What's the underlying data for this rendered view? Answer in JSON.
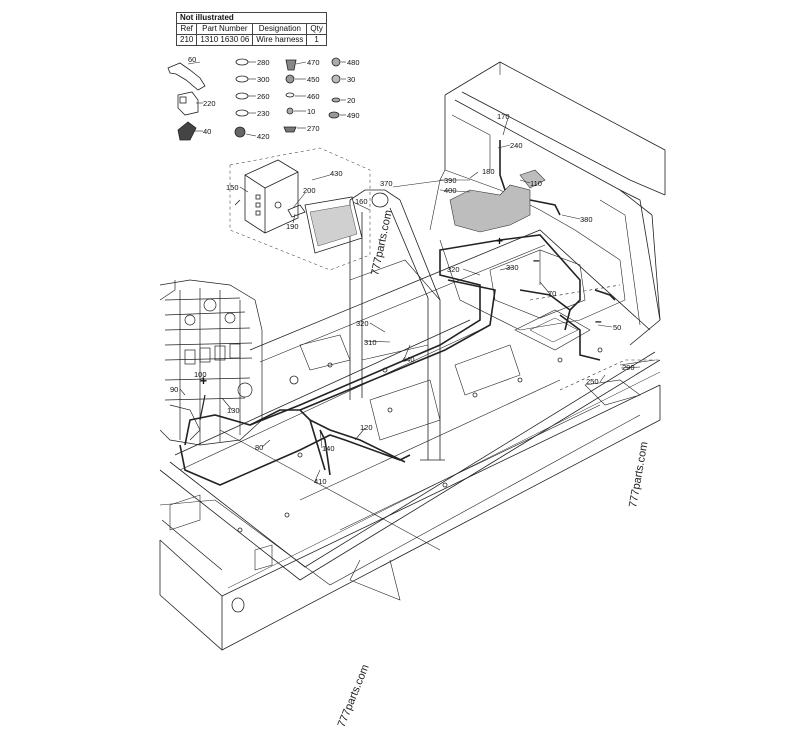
{
  "not_illustrated": {
    "title": "Not illustrated",
    "headers": [
      "Ref",
      "Part Number",
      "Designation",
      "Qty"
    ],
    "rows": [
      [
        "210",
        "1310 1630 06",
        "Wire harness",
        "1"
      ]
    ]
  },
  "watermarks": [
    "777parts.com",
    "777parts.com",
    "777parts.com"
  ],
  "polarity": {
    "plus_1": "+",
    "minus_1": "–",
    "plus_2": "+",
    "minus_2": "–"
  },
  "legend_parts": {
    "p60": "60",
    "p220": "220",
    "p40": "40",
    "p280": "280",
    "p300": "300",
    "p260": "260",
    "p230": "230",
    "p420": "420",
    "p470": "470",
    "p450": "450",
    "p460": "460",
    "p10": "10",
    "p270": "270",
    "p480": "480",
    "p30": "30",
    "p20": "20",
    "p490": "490"
  },
  "callouts": {
    "c430": "430",
    "c150": "150",
    "c200": "200",
    "c190": "190",
    "c160": "160",
    "c370": "370",
    "c170": "170",
    "c240": "240",
    "c390": "390",
    "c400": "400",
    "c180": "180",
    "c110": "110",
    "c380": "380",
    "c320a": "320",
    "c330": "330",
    "c70": "70",
    "c50": "50",
    "c320b": "320",
    "c310": "310",
    "c440": "440",
    "c100": "100",
    "c90": "90",
    "c130": "130",
    "c80": "80",
    "c140": "140",
    "c120": "120",
    "c410": "410",
    "c250": "250",
    "c290": "290"
  }
}
